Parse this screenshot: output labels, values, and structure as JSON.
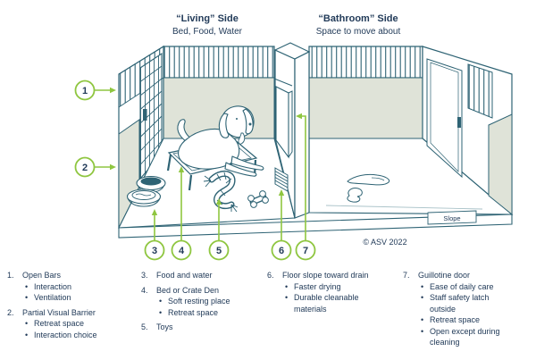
{
  "headers": {
    "living": {
      "title": "“Living” Side",
      "subtitle": "Bed, Food, Water"
    },
    "bathroom": {
      "title": "“Bathroom” Side",
      "subtitle": "Space to move about"
    }
  },
  "diagram": {
    "slope_label": "Slope",
    "copyright": "© ASV 2022",
    "callouts": [
      "1",
      "2",
      "3",
      "4",
      "5",
      "6",
      "7"
    ]
  },
  "legend": {
    "items": [
      {
        "num": "1.",
        "title": "Open Bars",
        "bullets": [
          "Interaction",
          "Ventilation"
        ]
      },
      {
        "num": "2.",
        "title": "Partial Visual Barrier",
        "bullets": [
          "Retreat space",
          "Interaction choice"
        ]
      },
      {
        "num": "3.",
        "title": "Food and water",
        "bullets": []
      },
      {
        "num": "4.",
        "title": "Bed or Crate Den",
        "bullets": [
          "Soft resting place",
          "Retreat space"
        ]
      },
      {
        "num": "5.",
        "title": "Toys",
        "bullets": []
      },
      {
        "num": "6.",
        "title": "Floor slope toward drain",
        "bullets": [
          "Faster drying",
          "Durable cleanable materials"
        ]
      },
      {
        "num": "7.",
        "title": "Guillotine door",
        "bullets": [
          "Ease of daily care",
          "Staff safety latch outside",
          "Retreat space",
          "Open except during cleaning"
        ]
      }
    ]
  },
  "colors": {
    "line_teal": "#2E6374",
    "text_navy": "#223B59",
    "accent_green": "#8FC640",
    "wall_gray": "#DFE3D8"
  }
}
